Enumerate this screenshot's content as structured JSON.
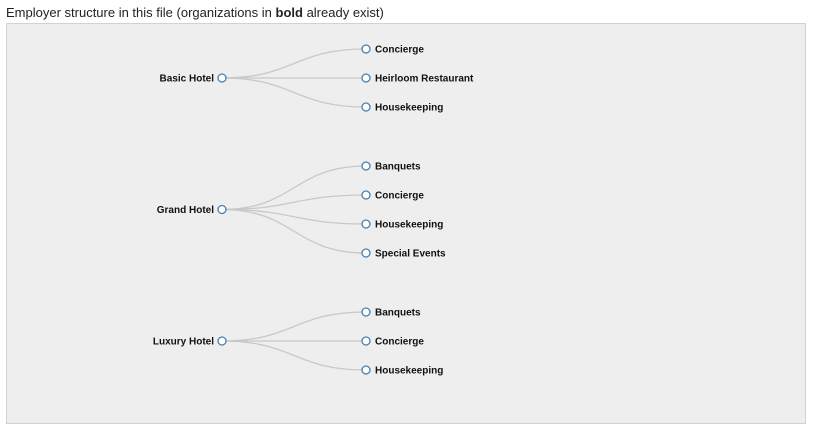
{
  "caption": {
    "prefix": "Employer structure in this file (organizations in ",
    "bold_word": "bold",
    "suffix": " already exist)"
  },
  "colors": {
    "panel_background": "#eeeeee",
    "link_stroke": "#c8c8c8",
    "node_stroke": "#4a7fae"
  },
  "tree": [
    {
      "name": "Basic Hotel",
      "children": [
        "Concierge",
        "Heirloom Restaurant",
        "Housekeeping"
      ]
    },
    {
      "name": "Grand Hotel",
      "children": [
        "Banquets",
        "Concierge",
        "Housekeeping",
        "Special Events"
      ]
    },
    {
      "name": "Luxury Hotel",
      "children": [
        "Banquets",
        "Concierge",
        "Housekeeping"
      ]
    }
  ]
}
